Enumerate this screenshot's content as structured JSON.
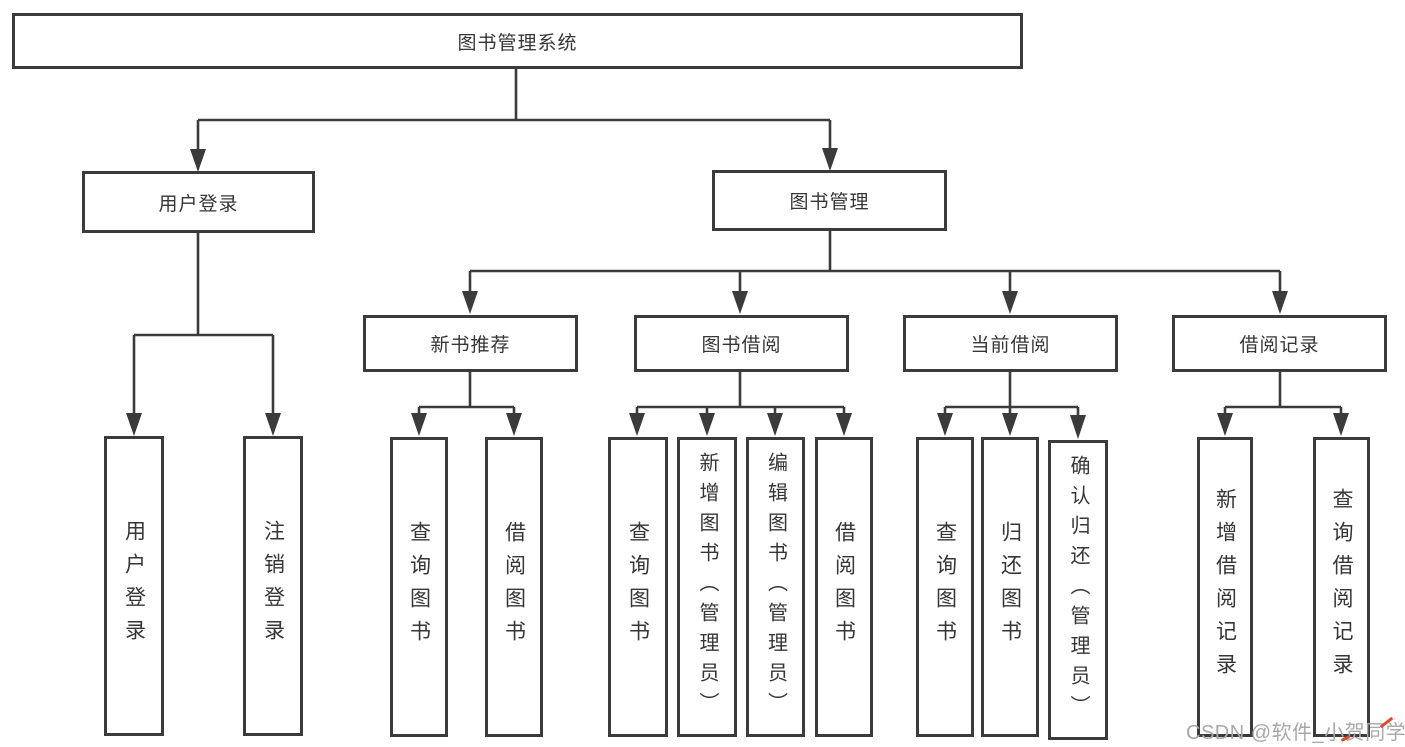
{
  "diagram": {
    "root": "图书管理系统",
    "level2": {
      "user_login": "用户登录",
      "book_management": "图书管理"
    },
    "level3": {
      "new_book_recommend": "新书推荐",
      "book_borrow": "图书借阅",
      "current_borrow": "当前借阅",
      "borrow_record": "借阅记录"
    },
    "user_login_children": [
      "用户登录",
      "注销登录"
    ],
    "new_book_children": [
      "查询图书",
      "借阅图书"
    ],
    "book_borrow_children": [
      "查询图书",
      "新增图书（管理员）",
      "编辑图书（管理员）",
      "借阅图书"
    ],
    "current_borrow_children": [
      "查询图书",
      "归还图书",
      "确认归还（管理员）"
    ],
    "borrow_record_children": [
      "新增借阅记录",
      "查询借阅记录"
    ]
  },
  "watermark": "CSDN @软件_小贺同学",
  "colors": {
    "line": "#3b3b3b",
    "text": "#363636",
    "watermark": "#a8a8a8",
    "accent": "#e8442e"
  }
}
